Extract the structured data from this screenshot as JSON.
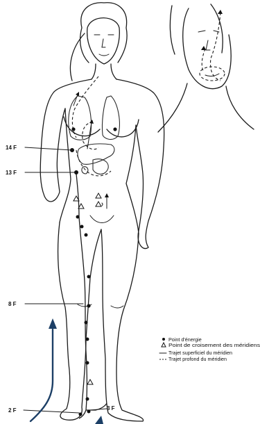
{
  "points": {
    "p14F": "14 F",
    "p13F": "13 F",
    "p8F": "8 F",
    "p2F": "2 F",
    "p3F": "3 F"
  },
  "legend": {
    "energy_point": "Point d'énergie",
    "crossing_point": "Point de croisement des méridiens",
    "superficial_path": "Trajet superficiel du méridien",
    "deep_path": "Trajet profond du méridien"
  },
  "colors": {
    "ink": "#1a1a1a",
    "arrow_blue": "#1c3f66",
    "background": "#ffffff"
  },
  "icons": [
    "energy-point-dot-icon",
    "crossing-point-triangle-icon",
    "arrow-up-icon"
  ]
}
